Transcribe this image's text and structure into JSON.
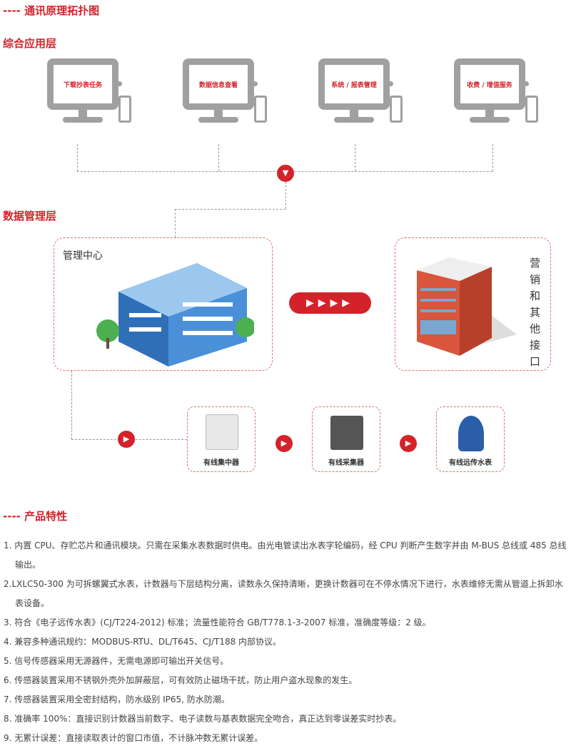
{
  "title": "---- 通讯原理拓扑图",
  "app_layer": {
    "title": "综合应用层",
    "terminals": [
      "下载抄表任务",
      "数据信息查看",
      "系统 / 报表管理",
      "收费 / 增值服务"
    ]
  },
  "data_layer": {
    "title": "数据管理层",
    "center_label": "管理中心",
    "other_label": "营销和其他接口"
  },
  "devices": [
    "有线集中器",
    "有线采集器",
    "有线远传水表"
  ],
  "features": {
    "title": "---- 产品特性",
    "items": [
      "1. 内置 CPU、存贮芯片和通讯模块。只需在采集水表数据时供电。由光电管读出水表字轮编码，经 CPU 判断产生数字并由 M-BUS 总线或 485 总线输出。",
      "2.LXLC50-300 为可拆螺翼式水表，计数器与下层结构分离，读数永久保持清晰，更换计数器可在不停水情况下进行，水表维修无需从管道上拆卸水表设备。",
      "3. 符合《电子远传水表》(CJ/T224-2012) 标准；流量性能符合 GB/T778.1-3-2007 标准，准确度等级：2 级。",
      "4. 兼容多种通讯规约：MODBUS-RTU、DL/T645、CJ/T188 内部协议。",
      "5. 信号传感器采用无源器件，无需电源即可输出开关信号。",
      "6. 传感器装置采用不锈钢外壳外加屏蔽层，可有效防止磁场干扰，防止用户盗水现象的发生。",
      "7. 传感器装置采用全密封结构，防水级别 IP65, 防水防潮。",
      "8. 准确率 100%：直接识别计数器当前数字、电子读数与基表数据完全吻合，真正达到零误差实时抄表。",
      "9. 无累计误差：直接读取表计的窗口市值，不计脉冲数无累计误差。"
    ]
  }
}
